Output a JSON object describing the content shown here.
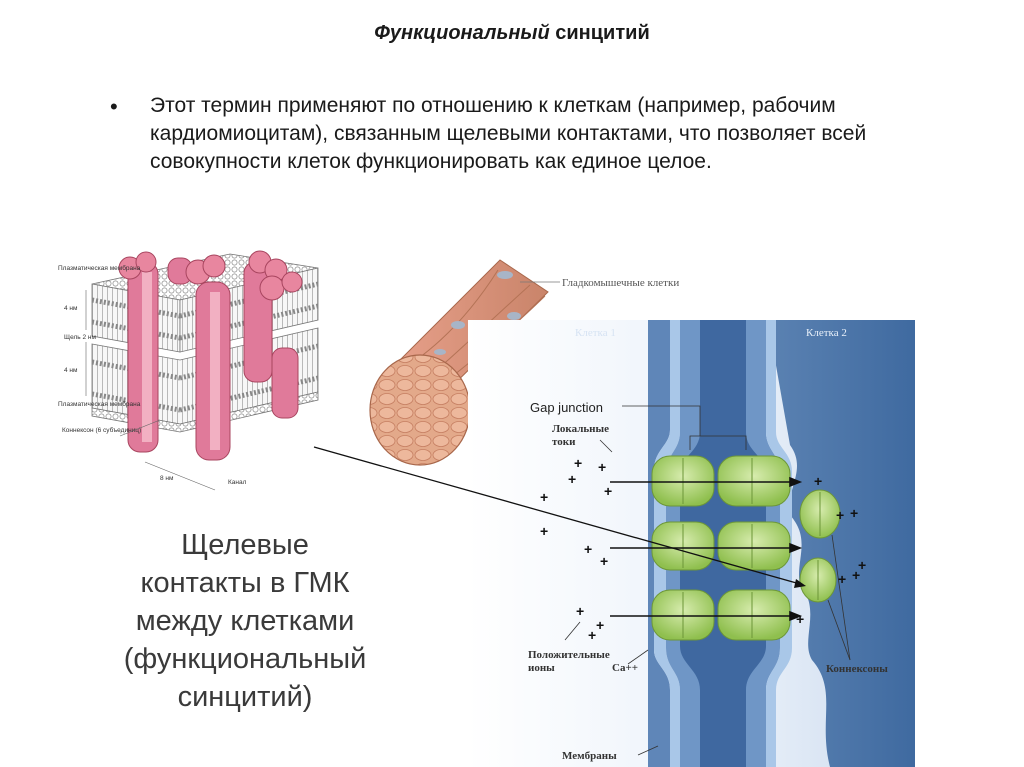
{
  "slide": {
    "title_italic": "Функциональный",
    "title_rest": " синцитий",
    "bullet_text": "Этот термин применяют по отношению к клеткам (например, рабочим кардиомиоцитам), связанным щелевыми контактами, что позволяет всей совокупности клеток функционировать как единое целое.",
    "caption_lines": [
      "Щелевые",
      "контакты в ГМК",
      "между клетками",
      "(функциональный",
      "синцитий)"
    ]
  },
  "left_diagram": {
    "label_plasma_membrane_top": "Плазматическая мембрана",
    "label_4nm_top": "4 нм",
    "label_gap": "Щель 2 нм",
    "label_4nm_bottom": "4 нм",
    "label_plasma_membrane_bottom": "Плазматическая мембрана",
    "label_connexon": "Коннексон (6 субъединиц)",
    "label_8nm": "8 нм",
    "label_channel": "Канал"
  },
  "right_diagram": {
    "label_smooth_muscle": "Гладкомышечные клетки",
    "label_cell1": "Клетка 1",
    "label_cell2": "Клетка 2",
    "label_gap_junction": "Gap junction",
    "label_local_currents_1": "Локальные",
    "label_local_currents_2": "токи",
    "label_positive_ions_1": "Положительные",
    "label_positive_ions_2": "ионы",
    "label_ca": "Ca++",
    "label_connexons": "Коннексоны",
    "label_membranes": "Мембраны",
    "plus_sign": "+"
  },
  "colors": {
    "pink": "#e07a9a",
    "connexon_green": "#a9d46a",
    "cell_blue": "#5f86b8",
    "channel_blue": "#a9c7e8",
    "muscle": "#d99a78"
  }
}
